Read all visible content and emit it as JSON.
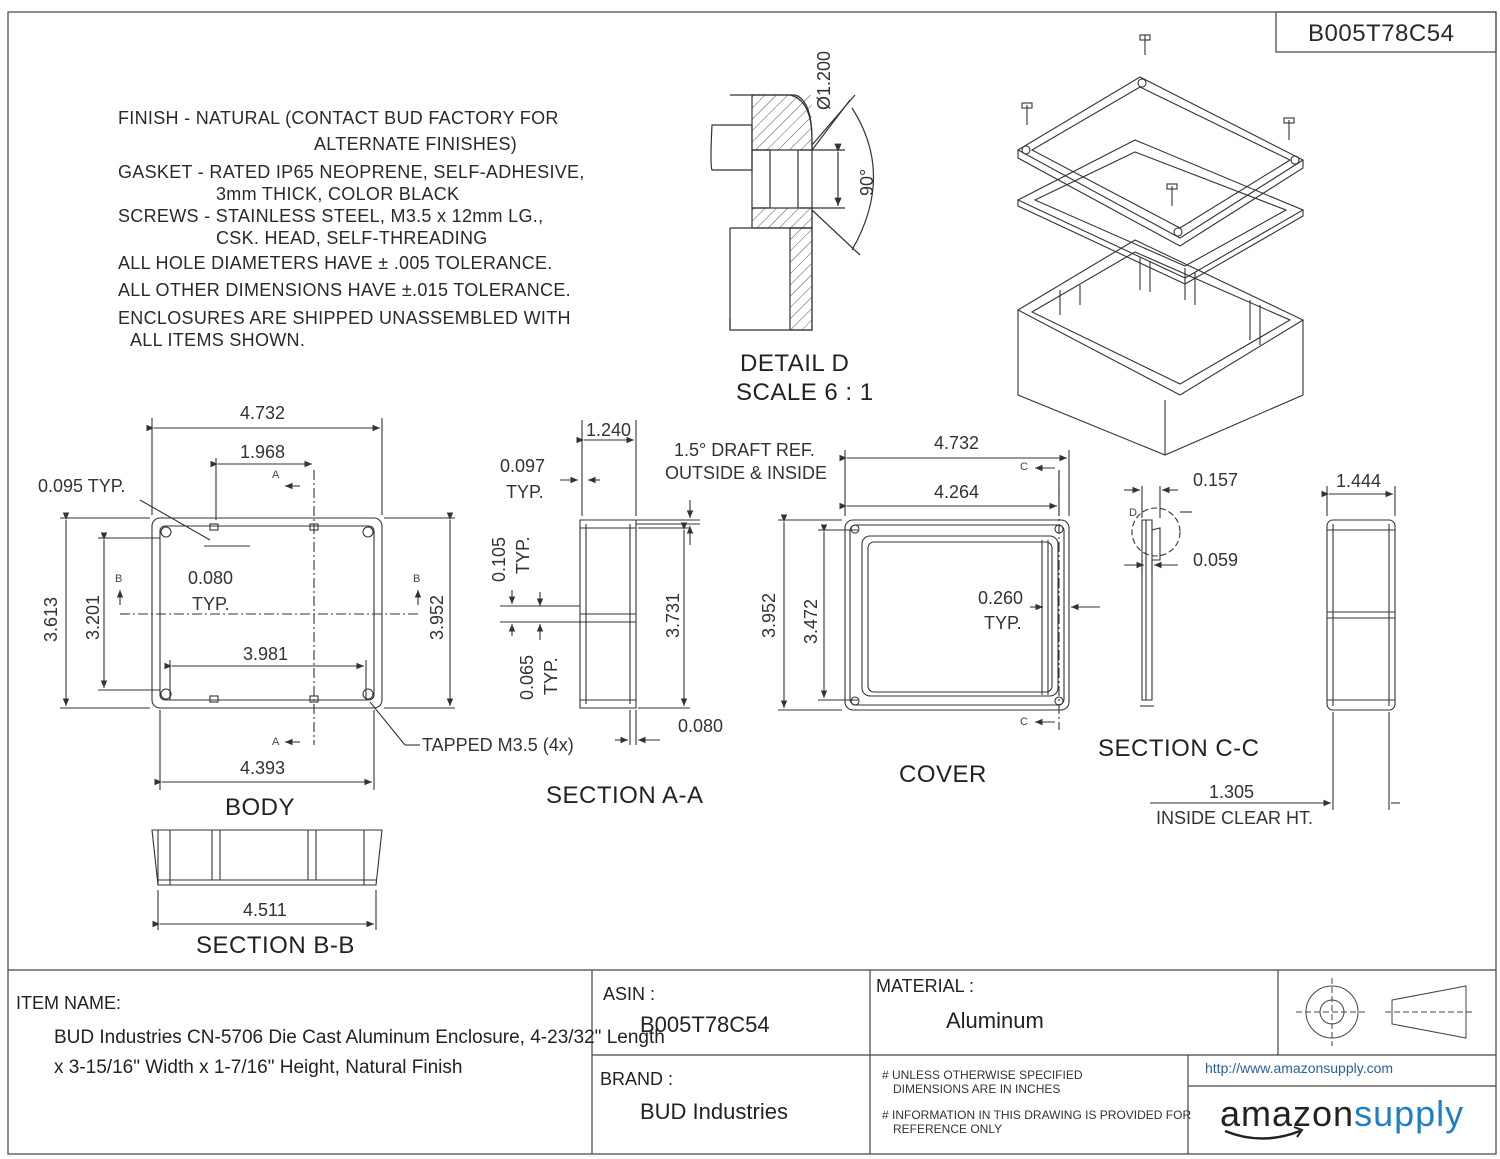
{
  "part_number": "B005T78C54",
  "notes": {
    "finish_1": "FINISH - NATURAL  (CONTACT BUD FACTORY FOR",
    "finish_2": "ALTERNATE FINISHES)",
    "gasket_1": "GASKET - RATED IP65 NEOPRENE, SELF-ADHESIVE,",
    "gasket_2": "3mm THICK, COLOR BLACK",
    "screws_1": "SCREWS - STAINLESS STEEL, M3.5 x 12mm LG.,",
    "screws_2": "CSK. HEAD, SELF-THREADING",
    "hole_tol": "ALL HOLE DIAMETERS HAVE  ± .005 TOLERANCE.",
    "other_tol": "ALL OTHER DIMENSIONS HAVE ±.015 TOLERANCE.",
    "ship_1": "ENCLOSURES ARE SHIPPED UNASSEMBLED WITH",
    "ship_2": "ALL ITEMS SHOWN."
  },
  "detail_d": {
    "title": "DETAIL D",
    "scale": "SCALE 6 : 1",
    "diameter": "Ø1.200",
    "angle": "90°"
  },
  "body_view": {
    "title": "BODY",
    "dim_width": "4.732",
    "dim_center": "1.968",
    "dim_typ_wall": "0.095 TYP.",
    "dim_rib": "0.080",
    "typ": "TYP.",
    "dim_height_outer": "3.613",
    "dim_height_inner": "3.201",
    "dim_inner_width": "3.981",
    "dim_right_height": "3.952",
    "dim_bottom": "4.393",
    "tapped": "TAPPED M3.5 (4x)",
    "mark_a": "A",
    "mark_b": "B"
  },
  "section_bb": {
    "title": "SECTION B-B",
    "dim": "4.511"
  },
  "section_aa": {
    "title": "SECTION A-A",
    "dim_top": "1.240",
    "dim_097": "0.097",
    "typ": "TYP.",
    "draft_1": "1.5° DRAFT REF.",
    "draft_2": "OUTSIDE & INSIDE",
    "dim_105": "0.105",
    "dim_065": "0.065",
    "dim_3731": "3.731",
    "dim_080": "0.080"
  },
  "cover_view": {
    "title": "COVER",
    "dim_width": "4.732",
    "dim_inner": "4.264",
    "dim_height": "3.952",
    "dim_inner_h": "3.472",
    "dim_260": "0.260",
    "typ": "TYP.",
    "mark_c": "C"
  },
  "section_cc": {
    "title": "SECTION C-C",
    "dim_157": "0.157",
    "dim_059": "0.059",
    "mark_d": "D"
  },
  "side_view": {
    "dim_1444": "1.444",
    "dim_1305": "1.305",
    "clear": "INSIDE CLEAR HT."
  },
  "title_block": {
    "item_name_label": "ITEM NAME:",
    "item_name_1": "BUD Industries CN-5706 Die Cast Aluminum Enclosure, 4-23/32\" Length",
    "item_name_2": "x 3-15/16\" Width x 1-7/16\" Height, Natural Finish",
    "asin_label": "ASIN :",
    "asin_value": "B005T78C54",
    "brand_label": "BRAND :",
    "brand_value": "BUD Industries",
    "material_label": "MATERIAL :",
    "material_value": "Aluminum",
    "note_1a": "# UNLESS OTHERWISE SPECIFIED",
    "note_1b": "DIMENSIONS ARE IN INCHES",
    "note_2a": "# INFORMATION IN THIS DRAWING IS PROVIDED FOR",
    "note_2b": "REFERENCE ONLY",
    "url": "http://www.amazonsupply.com",
    "logo_amazon": "amazon",
    "logo_supply": "supply"
  },
  "colors": {
    "line": "#3a3a3a",
    "logo_blue": "#1f7fc4",
    "url_blue": "#2a5ea8"
  }
}
